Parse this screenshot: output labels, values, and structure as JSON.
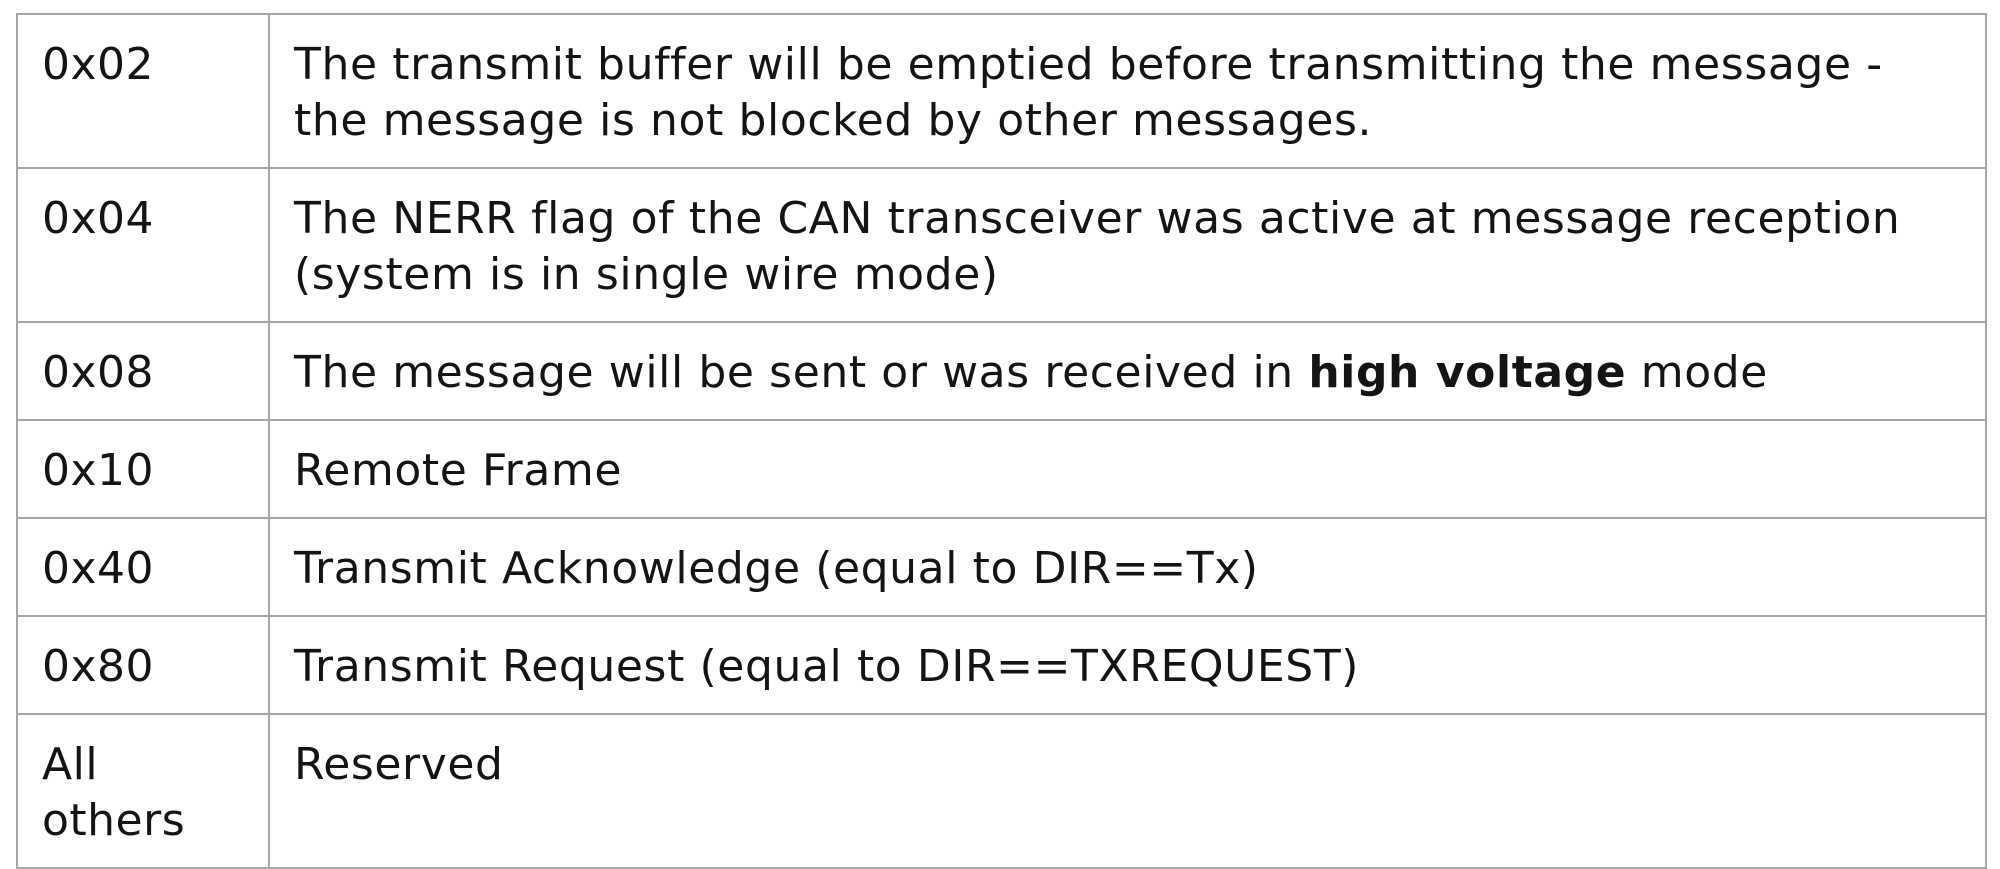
{
  "table": {
    "rows": [
      {
        "code": "0x02",
        "desc": "The transmit buffer will be emptied before transmitting the message - the message is not blocked by other messages."
      },
      {
        "code": "0x04",
        "desc": "The NERR flag of the CAN transceiver was active at message reception (system is in single wire mode)"
      },
      {
        "code": "0x08",
        "desc_before": "The message will be sent or was received in ",
        "desc_bold": "high voltage",
        "desc_after": " mode"
      },
      {
        "code": "0x10",
        "desc": "Remote Frame"
      },
      {
        "code": "0x40",
        "desc": "Transmit Acknowledge (equal to DIR==Tx)"
      },
      {
        "code": "0x80",
        "desc": "Transmit Request (equal to DIR==TXREQUEST)"
      },
      {
        "code": "All others",
        "desc": "Reserved"
      }
    ]
  }
}
